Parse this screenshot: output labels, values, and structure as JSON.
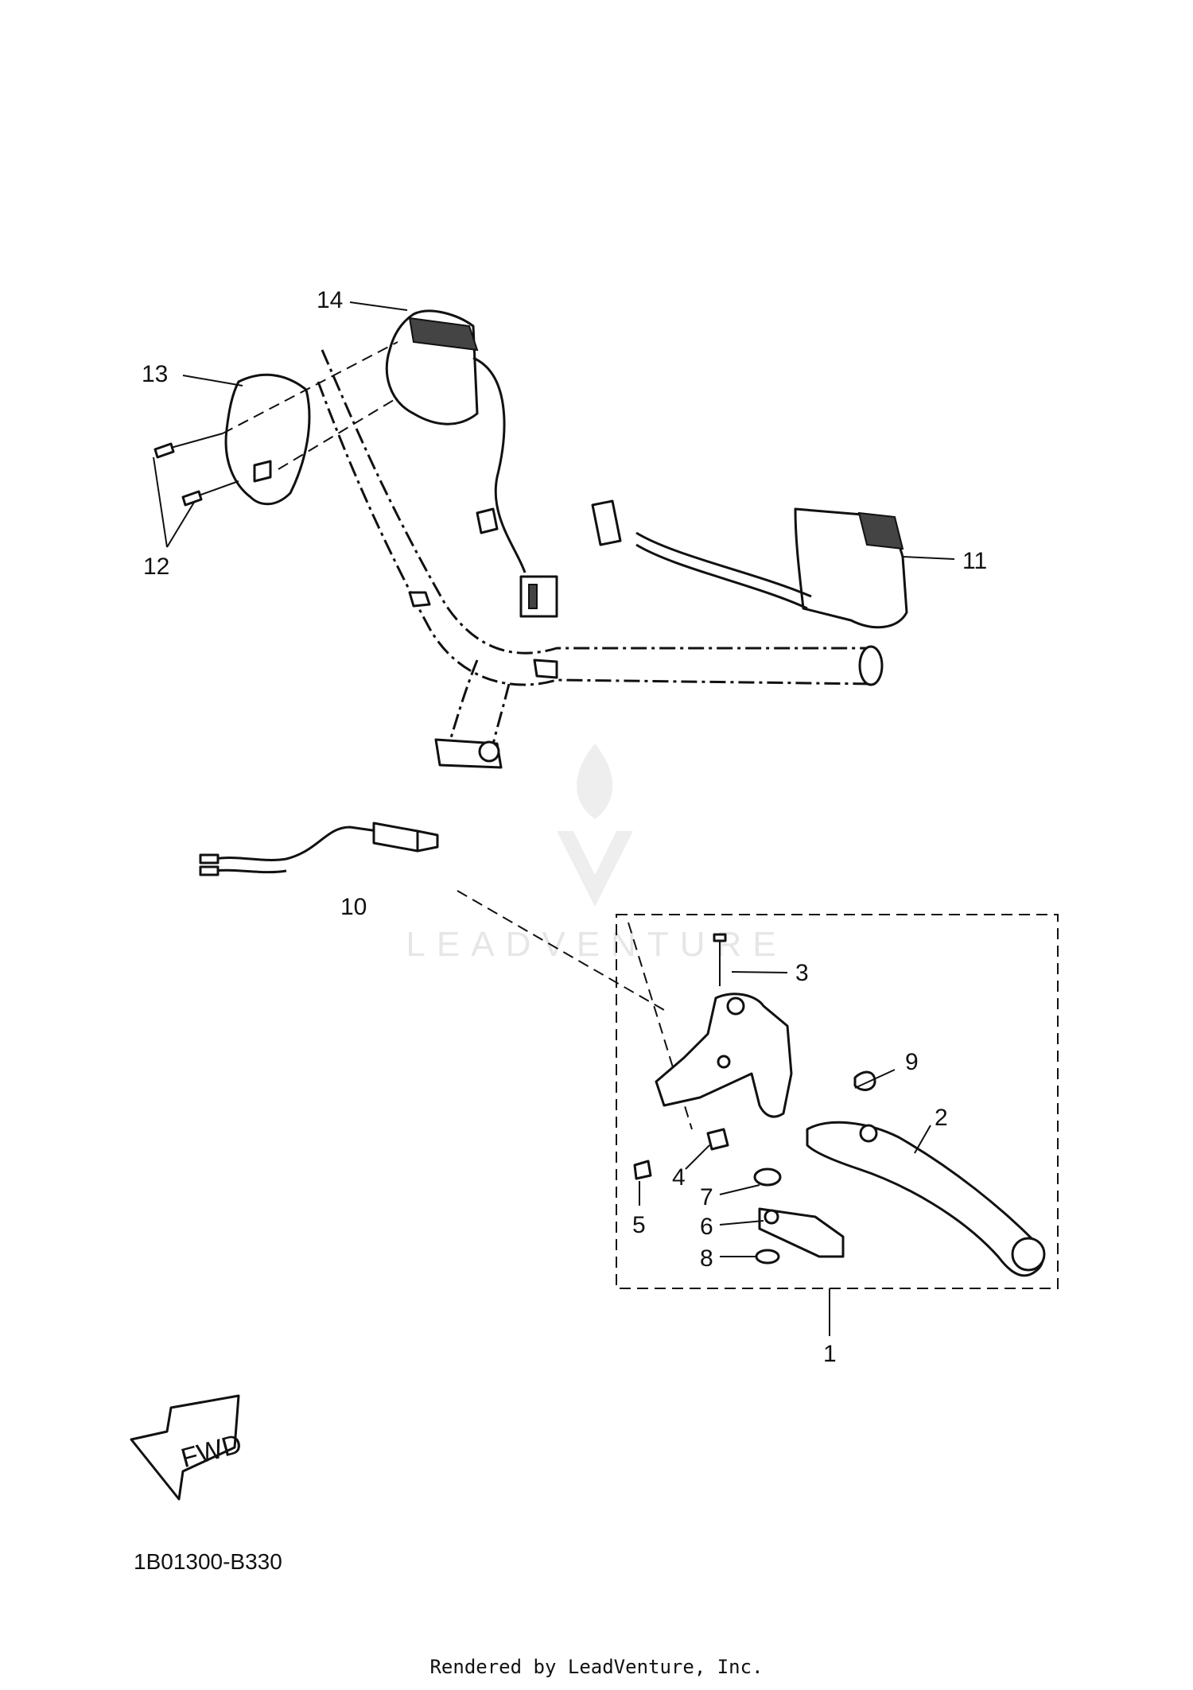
{
  "diagram": {
    "code": "1B01300-B330",
    "fwd_label": "FWD",
    "watermark": "LEADVENTURE",
    "footer": "Rendered by LeadVenture, Inc."
  },
  "callouts": {
    "c1": "1",
    "c2": "2",
    "c3": "3",
    "c4": "4",
    "c5": "5",
    "c6": "6",
    "c7": "7",
    "c8": "8",
    "c9": "9",
    "c10": "10",
    "c11": "11",
    "c12": "12",
    "c13": "13",
    "c14": "14"
  },
  "icons": {
    "watermark": "flame-v-logo-icon",
    "direction": "fwd-arrow-icon"
  }
}
